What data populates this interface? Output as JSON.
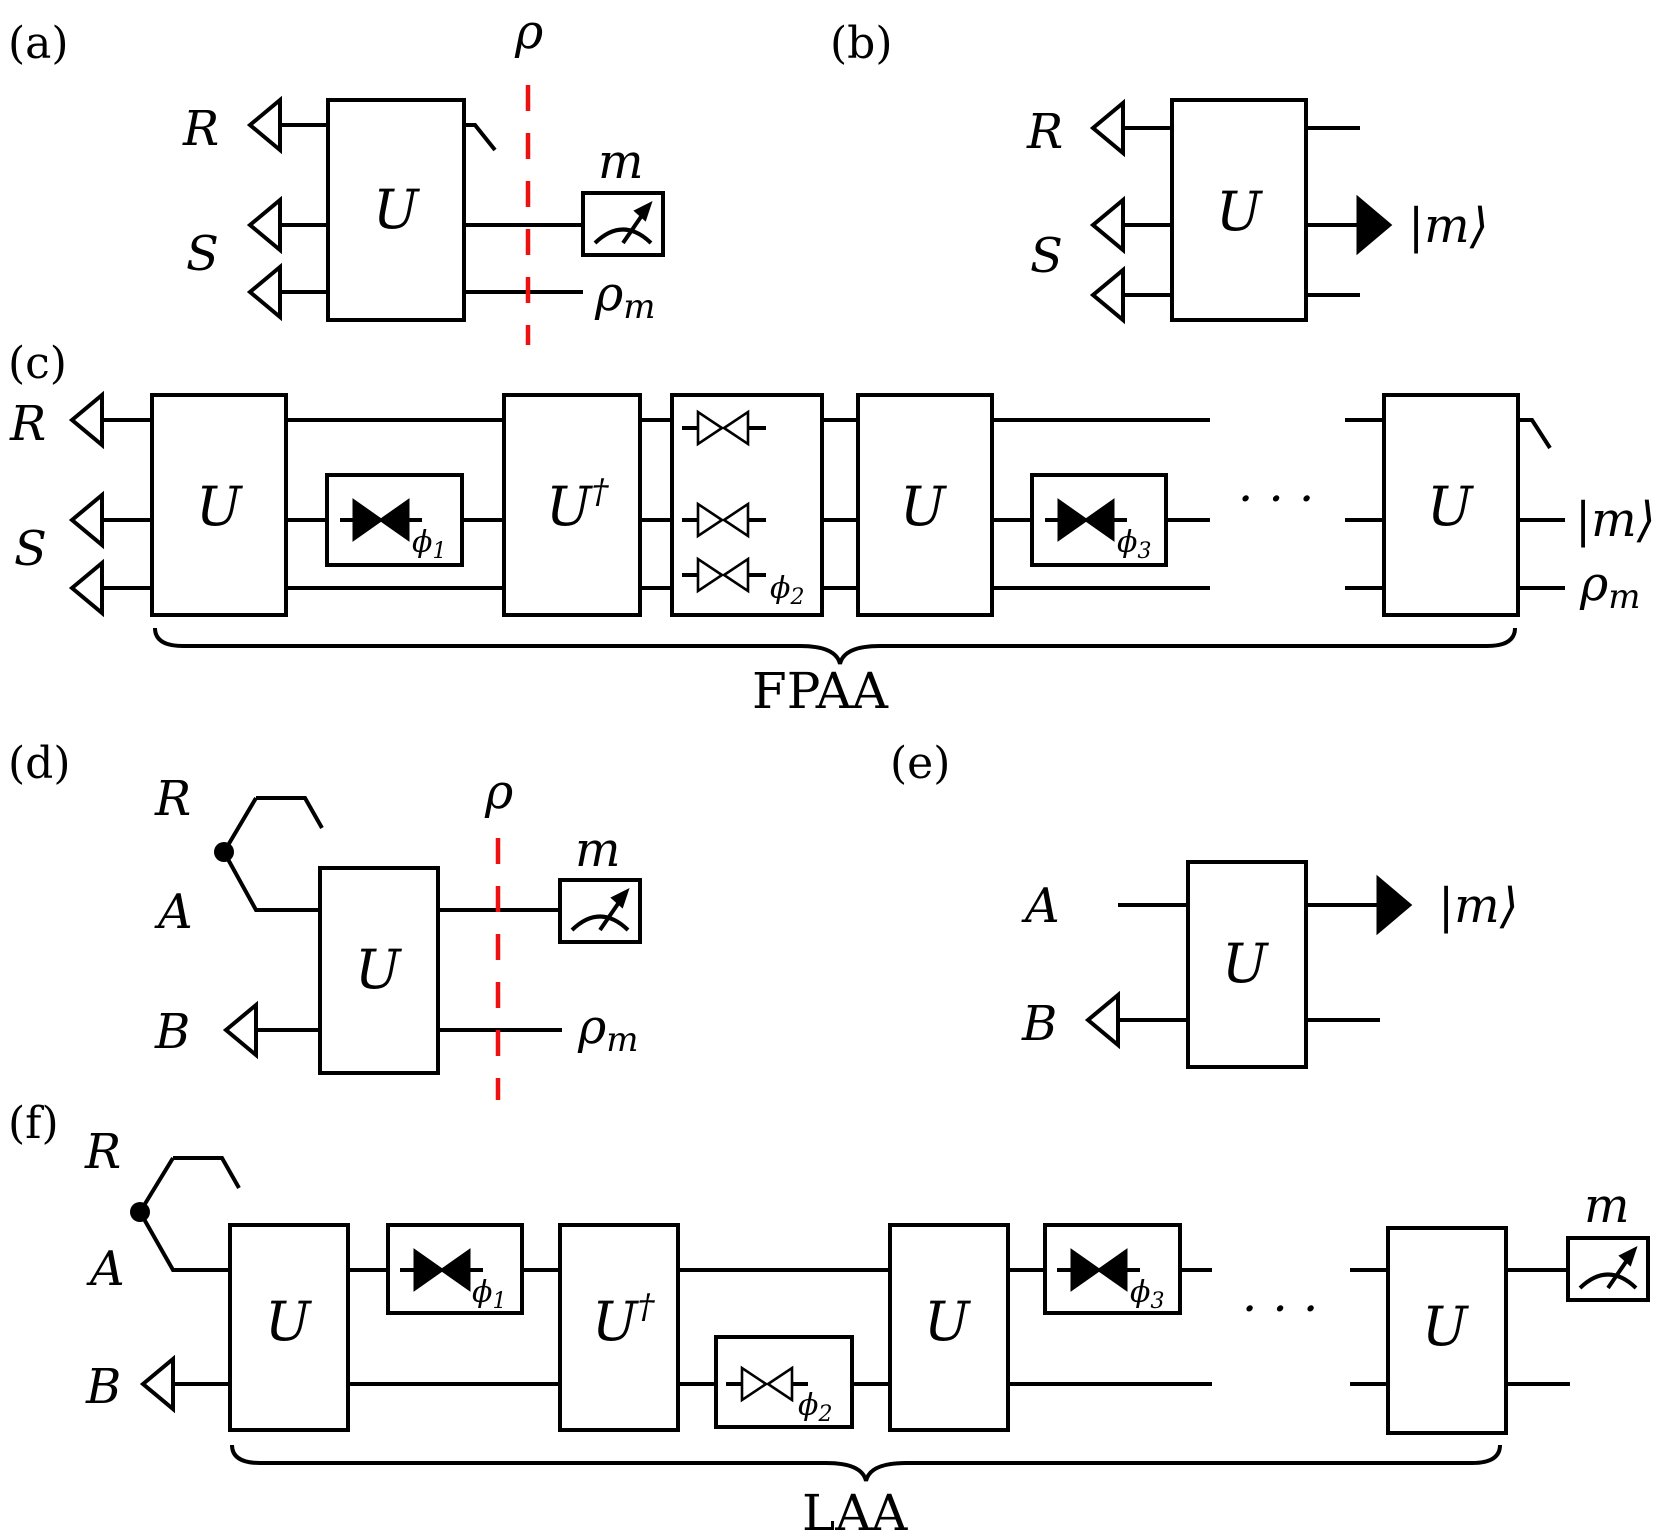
{
  "panels": {
    "a": "(a)",
    "b": "(b)",
    "c": "(c)",
    "d": "(d)",
    "e": "(e)",
    "f": "(f)"
  },
  "labels": {
    "R": "R",
    "S": "S",
    "A": "A",
    "B": "B",
    "rho": "ρ",
    "rho_m": "ρ",
    "rho_m_sub": "m",
    "m": "m",
    "ket_m": "|m⟩",
    "U": "U",
    "U_dagger": "U",
    "dagger": "†",
    "phi": "ϕ",
    "phi1_sub": "1",
    "phi2_sub": "2",
    "phi3_sub": "3",
    "dots": "· · ·"
  },
  "braces": {
    "fpaa": "FPAA",
    "laa": "LAA"
  },
  "colors": {
    "line": "#000000",
    "cut": "#ee1111",
    "background": "#ffffff"
  }
}
